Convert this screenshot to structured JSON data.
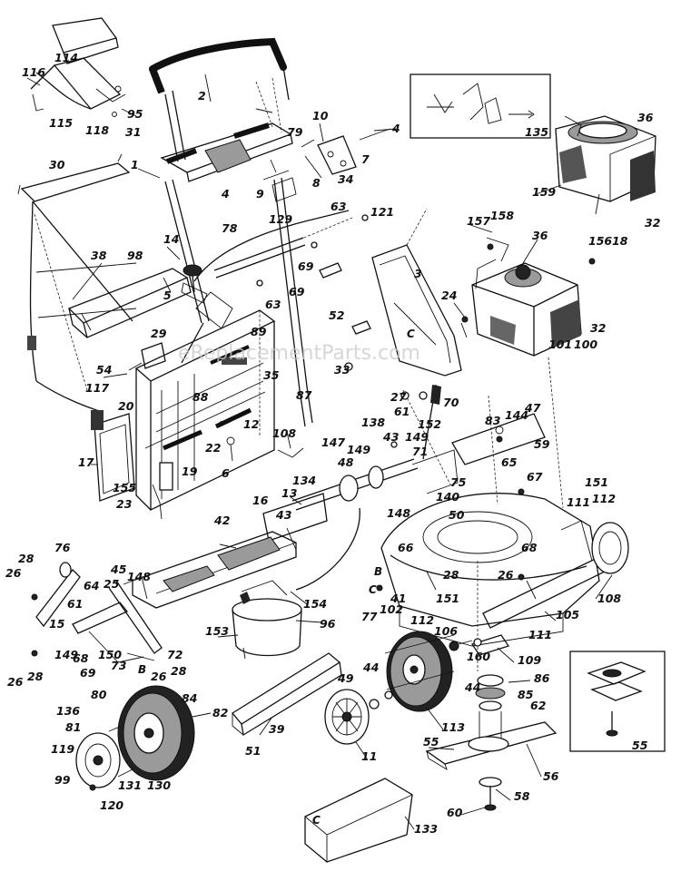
{
  "watermark": "eReplacementParts.com",
  "inset_labels": {
    "left_a": "",
    "left_b": ""
  },
  "callouts": [
    {
      "id": "p114",
      "label": "114"
    },
    {
      "id": "p116",
      "label": "116"
    },
    {
      "id": "p115",
      "label": "115"
    },
    {
      "id": "p95",
      "label": "95"
    },
    {
      "id": "p118",
      "label": "118"
    },
    {
      "id": "p31",
      "label": "31"
    },
    {
      "id": "p2",
      "label": "2"
    },
    {
      "id": "p30",
      "label": "30"
    },
    {
      "id": "p1",
      "label": "1"
    },
    {
      "id": "p79",
      "label": "79"
    },
    {
      "id": "p10",
      "label": "10"
    },
    {
      "id": "p4a",
      "label": "4"
    },
    {
      "id": "p7",
      "label": "7"
    },
    {
      "id": "p8",
      "label": "8"
    },
    {
      "id": "p34",
      "label": "34"
    },
    {
      "id": "p4b",
      "label": "4"
    },
    {
      "id": "p9",
      "label": "9"
    },
    {
      "id": "p129",
      "label": "129"
    },
    {
      "id": "p135",
      "label": "135"
    },
    {
      "id": "p36a",
      "label": "36"
    },
    {
      "id": "p159",
      "label": "159"
    },
    {
      "id": "p32a",
      "label": "32"
    },
    {
      "id": "p38",
      "label": "38"
    },
    {
      "id": "p98",
      "label": "98"
    },
    {
      "id": "p14",
      "label": "14"
    },
    {
      "id": "p78",
      "label": "78"
    },
    {
      "id": "p63a",
      "label": "63"
    },
    {
      "id": "p121",
      "label": "121"
    },
    {
      "id": "p157",
      "label": "157"
    },
    {
      "id": "p158",
      "label": "158"
    },
    {
      "id": "p36b",
      "label": "36"
    },
    {
      "id": "p156",
      "label": "156"
    },
    {
      "id": "p18",
      "label": "18"
    },
    {
      "id": "p69a",
      "label": "69"
    },
    {
      "id": "p5",
      "label": "5"
    },
    {
      "id": "p63b",
      "label": "63"
    },
    {
      "id": "p69b",
      "label": "69"
    },
    {
      "id": "p3",
      "label": "3"
    },
    {
      "id": "p52",
      "label": "52"
    },
    {
      "id": "p24",
      "label": "24"
    },
    {
      "id": "p89",
      "label": "89"
    },
    {
      "id": "p29",
      "label": "29"
    },
    {
      "id": "p101",
      "label": "101"
    },
    {
      "id": "p100",
      "label": "100"
    },
    {
      "id": "p32b",
      "label": "32"
    },
    {
      "id": "p54",
      "label": "54"
    },
    {
      "id": "p35",
      "label": "35"
    },
    {
      "id": "p33",
      "label": "33"
    },
    {
      "id": "p87",
      "label": "87"
    },
    {
      "id": "p117",
      "label": "117"
    },
    {
      "id": "p88",
      "label": "88"
    },
    {
      "id": "p20",
      "label": "20"
    },
    {
      "id": "p27",
      "label": "27"
    },
    {
      "id": "p70",
      "label": "70"
    },
    {
      "id": "p61a",
      "label": "61"
    },
    {
      "id": "p152",
      "label": "152"
    },
    {
      "id": "p138",
      "label": "138"
    },
    {
      "id": "p83",
      "label": "83"
    },
    {
      "id": "p144",
      "label": "144"
    },
    {
      "id": "p47",
      "label": "47"
    },
    {
      "id": "p12",
      "label": "12"
    },
    {
      "id": "p22",
      "label": "22"
    },
    {
      "id": "p108a",
      "label": "108"
    },
    {
      "id": "p147",
      "label": "147"
    },
    {
      "id": "p43a",
      "label": "43"
    },
    {
      "id": "p149a",
      "label": "149"
    },
    {
      "id": "p71",
      "label": "71"
    },
    {
      "id": "p59",
      "label": "59"
    },
    {
      "id": "p17",
      "label": "17"
    },
    {
      "id": "p6",
      "label": "6"
    },
    {
      "id": "p19",
      "label": "19"
    },
    {
      "id": "p48",
      "label": "48"
    },
    {
      "id": "p149b",
      "label": "149"
    },
    {
      "id": "p65",
      "label": "65"
    },
    {
      "id": "p134",
      "label": "134"
    },
    {
      "id": "p75",
      "label": "75"
    },
    {
      "id": "p67",
      "label": "67"
    },
    {
      "id": "p155",
      "label": "155"
    },
    {
      "id": "p23",
      "label": "23"
    },
    {
      "id": "p13",
      "label": "13"
    },
    {
      "id": "p16",
      "label": "16"
    },
    {
      "id": "p140",
      "label": "140"
    },
    {
      "id": "p151a",
      "label": "151"
    },
    {
      "id": "p43b",
      "label": "43"
    },
    {
      "id": "p148a",
      "label": "148"
    },
    {
      "id": "p50",
      "label": "50"
    },
    {
      "id": "p111a",
      "label": "111"
    },
    {
      "id": "p112a",
      "label": "112"
    },
    {
      "id": "p42",
      "label": "42"
    },
    {
      "id": "p68a",
      "label": "68"
    },
    {
      "id": "p28a",
      "label": "28"
    },
    {
      "id": "p76",
      "label": "76"
    },
    {
      "id": "p45",
      "label": "45"
    },
    {
      "id": "p66",
      "label": "66"
    },
    {
      "id": "p26a",
      "label": "26"
    },
    {
      "id": "p64",
      "label": "64"
    },
    {
      "id": "p25",
      "label": "25"
    },
    {
      "id": "p148b",
      "label": "148"
    },
    {
      "id": "p28b",
      "label": "28"
    },
    {
      "id": "p26b",
      "label": "26"
    },
    {
      "id": "p154",
      "label": "154"
    },
    {
      "id": "p108b",
      "label": "108"
    },
    {
      "id": "p61b",
      "label": "61"
    },
    {
      "id": "p15",
      "label": "15"
    },
    {
      "id": "p41",
      "label": "41"
    },
    {
      "id": "p151b",
      "label": "151"
    },
    {
      "id": "p77",
      "label": "77"
    },
    {
      "id": "p102",
      "label": "102"
    },
    {
      "id": "p112b",
      "label": "112"
    },
    {
      "id": "p105",
      "label": "105"
    },
    {
      "id": "p153",
      "label": "153"
    },
    {
      "id": "p96",
      "label": "96"
    },
    {
      "id": "p106",
      "label": "106"
    },
    {
      "id": "p111b",
      "label": "111"
    },
    {
      "id": "p149c",
      "label": "149"
    },
    {
      "id": "p68b",
      "label": "68"
    },
    {
      "id": "p150",
      "label": "150"
    },
    {
      "id": "p72",
      "label": "72"
    },
    {
      "id": "p26c",
      "label": "26"
    },
    {
      "id": "p28c",
      "label": "28"
    },
    {
      "id": "p160",
      "label": "160"
    },
    {
      "id": "p109",
      "label": "109"
    },
    {
      "id": "p69c",
      "label": "69"
    },
    {
      "id": "p73",
      "label": "73"
    },
    {
      "id": "p26d",
      "label": "26"
    },
    {
      "id": "p28d",
      "label": "28"
    },
    {
      "id": "p49",
      "label": "49"
    },
    {
      "id": "p44a",
      "label": "44"
    },
    {
      "id": "p86",
      "label": "86"
    },
    {
      "id": "p80",
      "label": "80"
    },
    {
      "id": "p84",
      "label": "84"
    },
    {
      "id": "p44b",
      "label": "44"
    },
    {
      "id": "p85",
      "label": "85"
    },
    {
      "id": "p136",
      "label": "136"
    },
    {
      "id": "p82",
      "label": "82"
    },
    {
      "id": "p62",
      "label": "62"
    },
    {
      "id": "p81",
      "label": "81"
    },
    {
      "id": "p39",
      "label": "39"
    },
    {
      "id": "p113",
      "label": "113"
    },
    {
      "id": "p119",
      "label": "119"
    },
    {
      "id": "p55a",
      "label": "55"
    },
    {
      "id": "p51",
      "label": "51"
    },
    {
      "id": "p11",
      "label": "11"
    },
    {
      "id": "p55b",
      "label": "55"
    },
    {
      "id": "p99",
      "label": "99"
    },
    {
      "id": "p131",
      "label": "131"
    },
    {
      "id": "p130",
      "label": "130"
    },
    {
      "id": "p56",
      "label": "56"
    },
    {
      "id": "p120",
      "label": "120"
    },
    {
      "id": "p58",
      "label": "58"
    },
    {
      "id": "p60",
      "label": "60"
    },
    {
      "id": "p133",
      "label": "133"
    }
  ],
  "ref_letters": [
    {
      "id": "rC1",
      "label": "C"
    },
    {
      "id": "rB1",
      "label": "B"
    },
    {
      "id": "rC2",
      "label": "C"
    },
    {
      "id": "rB2",
      "label": "B"
    },
    {
      "id": "rC3",
      "label": "C"
    }
  ]
}
